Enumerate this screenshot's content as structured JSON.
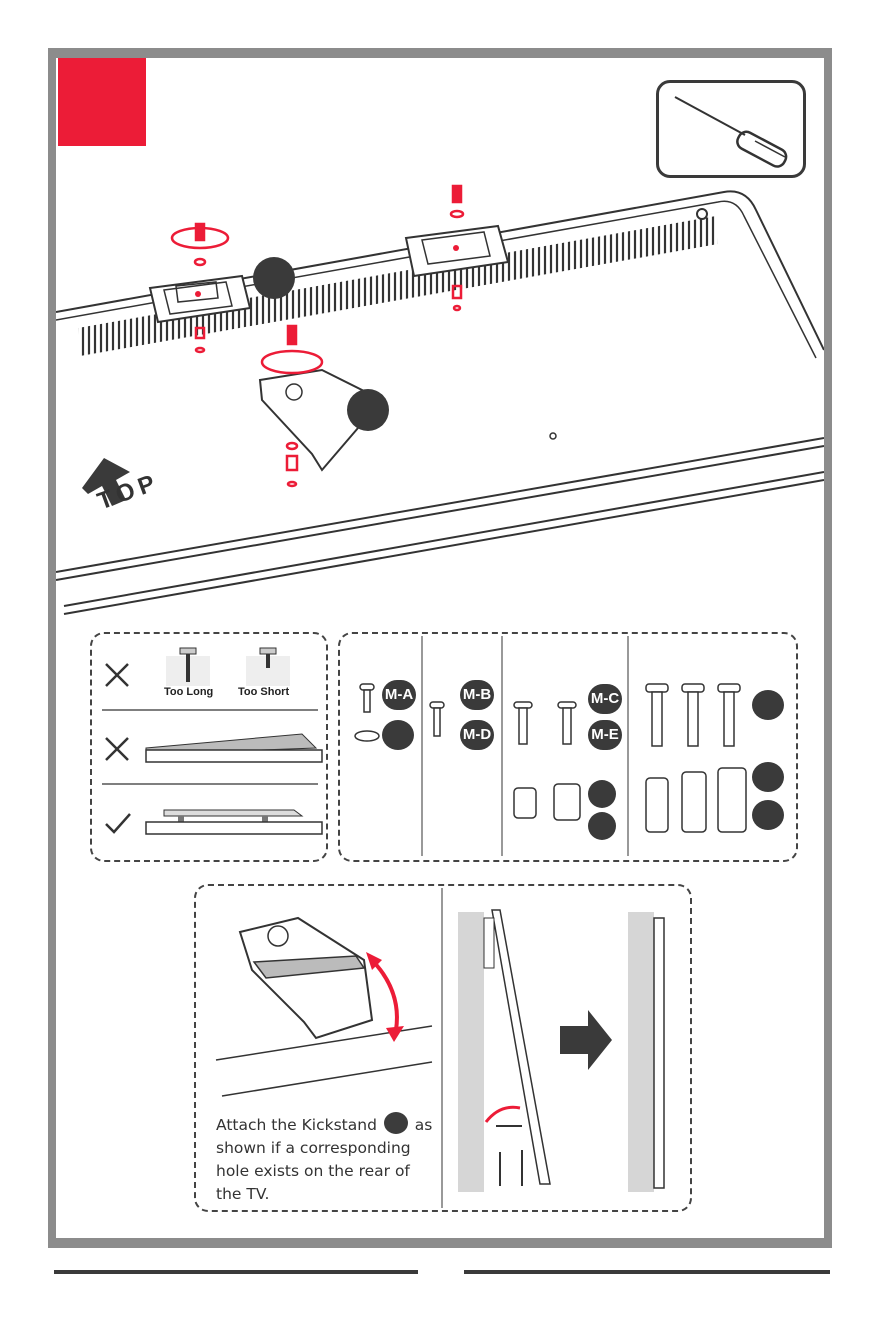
{
  "main_illustration": {
    "top_label": "TOP"
  },
  "screw_check": {
    "too_long": "Too Long",
    "too_short": "Too Short"
  },
  "hardware": {
    "badges": [
      "M-A",
      "M-B",
      "M-D",
      "M-C",
      "M-E"
    ]
  },
  "kickstand": {
    "caption_before": "Attach the Kickstand",
    "caption_after": "as shown if a corresponding hole exists on the rear of the TV."
  },
  "colors": {
    "accent": "#ec1c37",
    "frame": "#8c8c8c",
    "ink": "#3a3a3a"
  }
}
